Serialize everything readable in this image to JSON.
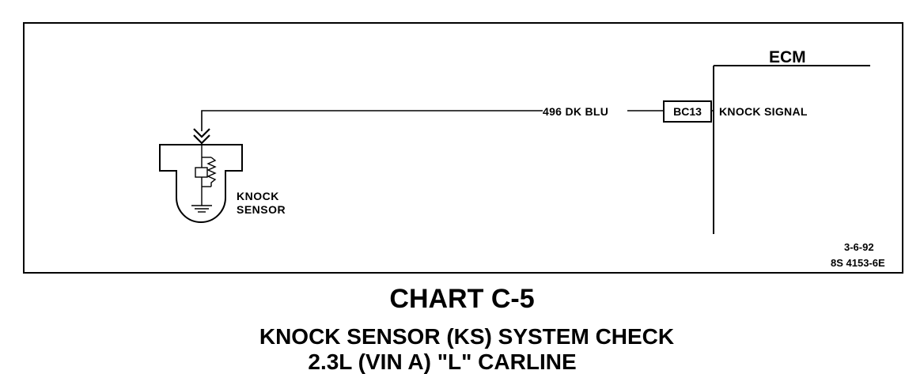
{
  "diagram": {
    "wire": "496 DK BLU",
    "connector": "BC13",
    "signal": "KNOCK SIGNAL",
    "module": "ECM",
    "sensor_line1": "KNOCK",
    "sensor_line2": "SENSOR",
    "date": "3-6-92",
    "ref": "8S 4153-6E"
  },
  "caption": {
    "title": "CHART C-5",
    "subtitle": "KNOCK SENSOR (KS) SYSTEM CHECK",
    "subtitle2": "2.3L (VIN A) \"L\" CARLINE"
  }
}
